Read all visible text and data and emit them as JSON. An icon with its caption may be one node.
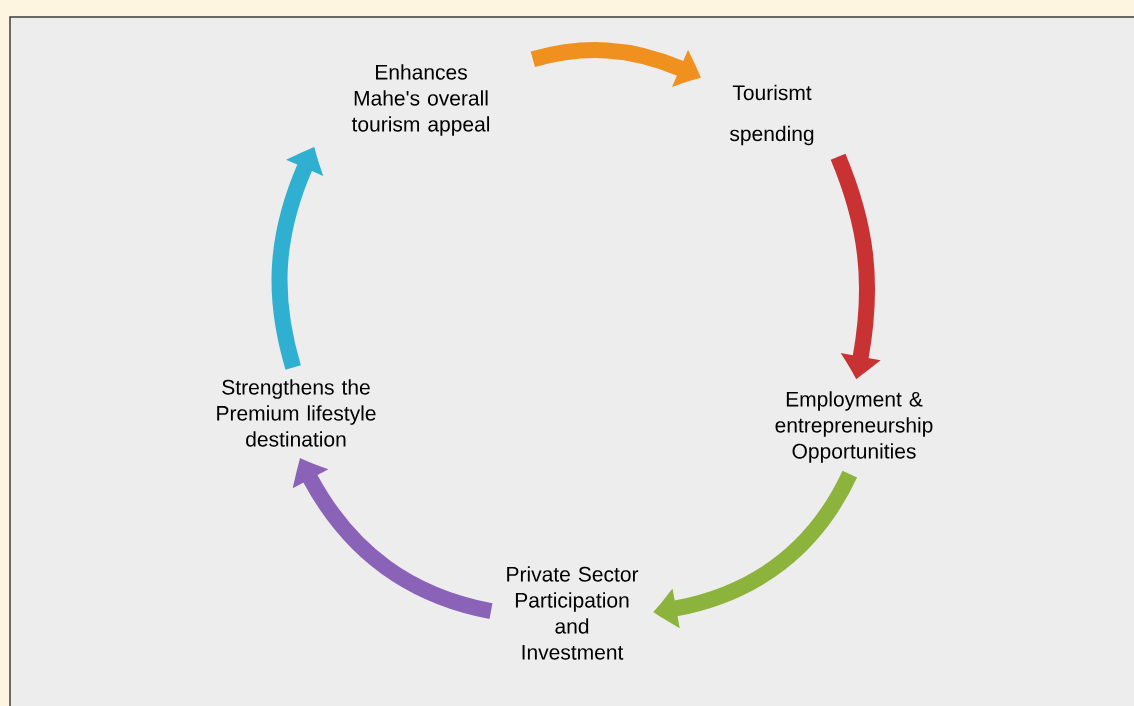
{
  "diagram": {
    "nodes": [
      {
        "text": [
          "Enhances Mahe's overall tourism appeal"
        ]
      },
      {
        "text": [
          "Tourismt spending"
        ]
      },
      {
        "text": [
          "Employment & entrepreneurship Opportunities"
        ]
      },
      {
        "text": [
          "Private Sector Participation and Investment"
        ]
      },
      {
        "text": [
          "Strengthens the Premium lifestyle destination"
        ]
      }
    ],
    "edges": [
      {
        "from": 0,
        "to": 1,
        "arrow": "to",
        "color": "#f0901e"
      },
      {
        "from": 1,
        "to": 2,
        "arrow": "to",
        "color": "#c83232"
      },
      {
        "from": 2,
        "to": 3,
        "arrow": "to",
        "color": "#8cb43c"
      },
      {
        "from": 3,
        "to": 4,
        "arrow": "to",
        "color": "#8a63b8"
      },
      {
        "from": 4,
        "to": 0,
        "arrow": "to",
        "color": "#30b0d0"
      }
    ]
  }
}
